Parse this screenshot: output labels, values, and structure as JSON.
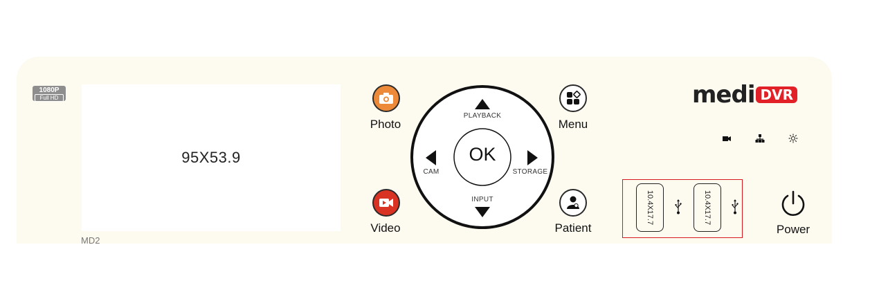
{
  "badge": {
    "resolution": "1080P",
    "label": "Full HD"
  },
  "screen": {
    "dimensions": "95X53.9"
  },
  "model": "MD2",
  "buttons": {
    "photo": "Photo",
    "video": "Video",
    "menu": "Menu",
    "patient": "Patient",
    "power": "Power"
  },
  "dpad": {
    "ok": "OK",
    "up": "PLAYBACK",
    "left": "CAM",
    "right": "STORAGE",
    "down": "INPUT"
  },
  "logo": {
    "brand": "medi",
    "product": "DVR"
  },
  "indicators": [
    "camera-indicator-icon",
    "network-indicator-icon",
    "activity-indicator-icon"
  ],
  "usb_slots": [
    {
      "label": "10.4X17.7"
    },
    {
      "label": "10.4X17.7"
    }
  ],
  "colors": {
    "panel": "#fdfbf0",
    "photo_button": "#ec8a3a",
    "video_button": "#d93323",
    "brand_red": "#e12027",
    "usb_outline": "#d7191f"
  }
}
